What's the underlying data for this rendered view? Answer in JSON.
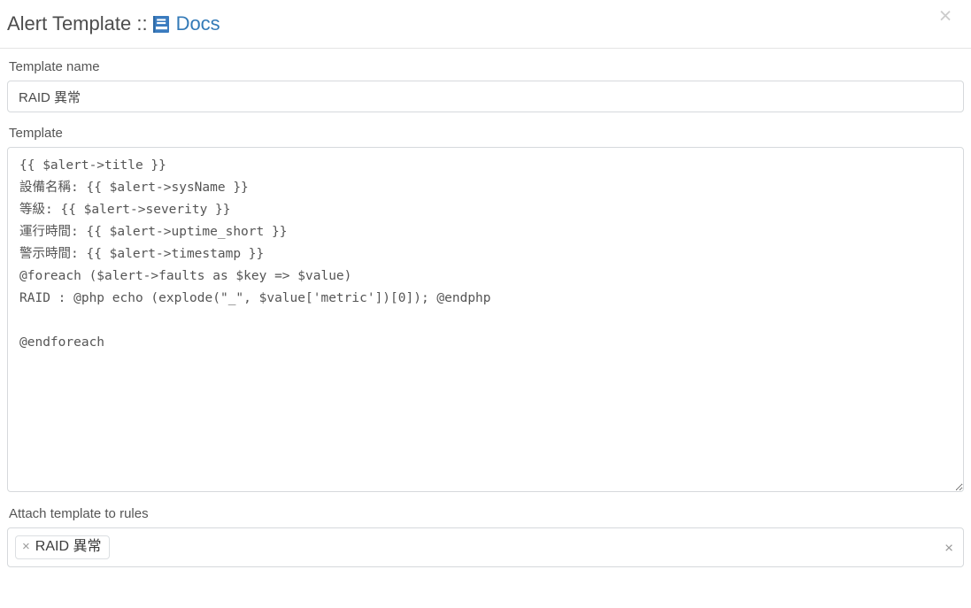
{
  "header": {
    "title_text": "Alert Template ::",
    "docs_label": "Docs",
    "docs_icon": "book-icon",
    "close_icon": "×",
    "link_color": "#337ab7",
    "title_color": "#4d4d4d"
  },
  "form": {
    "name_label": "Template name",
    "name_value": "RAID 異常",
    "name_placeholder": "",
    "template_label": "Template",
    "template_value": "{{ $alert->title }}\n設備名稱: {{ $alert->sysName }}\n等級: {{ $alert->severity }}\n運行時間: {{ $alert->uptime_short }}\n警示時間: {{ $alert->timestamp }}\n@foreach ($alert->faults as $key => $value)\nRAID : @php echo (explode(\"_\", $value['metric'])[0]); @endphp\n\n@endforeach",
    "template_placeholder": "",
    "attach_label": "Attach template to rules",
    "clear_icon": "×"
  },
  "tags": [
    {
      "remove_icon": "×",
      "label": "RAID 異常"
    }
  ]
}
